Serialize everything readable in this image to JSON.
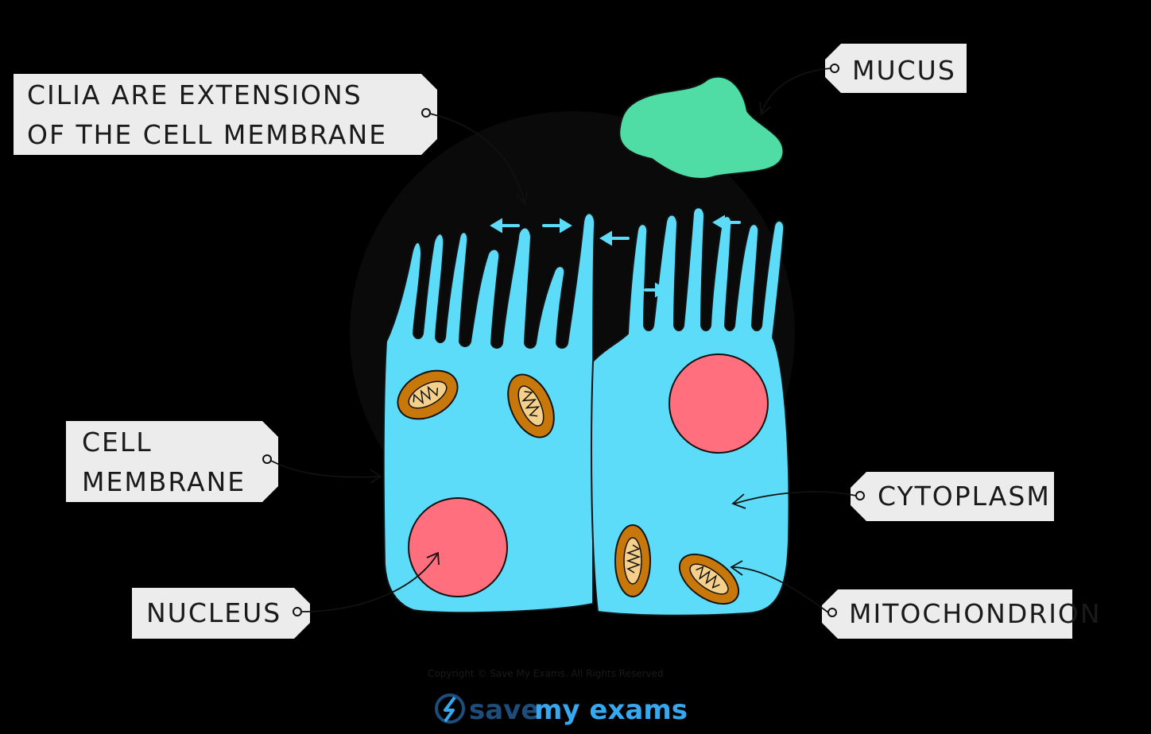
{
  "labels": {
    "cilia_line1": "CILIA  ARE  EXTENSIONS",
    "cilia_line2": "OF  THE  CELL  MEMBRANE",
    "mucus": "MUCUS",
    "cell_membrane_line1": "CELL",
    "cell_membrane_line2": "MEMBRANE",
    "cytoplasm": "CYTOPLASM",
    "nucleus": "NUCLEUS",
    "mitochondrion": "MITOCHONDRION"
  },
  "footer": {
    "copyright": "Copyright © Save My Exams. All Rights Reserved",
    "logo_part1": "save",
    "logo_part2": "my exams"
  },
  "colors": {
    "background": "#000000",
    "cell": "#5ddcfa",
    "nucleus": "#ff6f7d",
    "mitochondrion": "#c8780a",
    "mitochondrion_inner": "#f4d08a",
    "mucus": "#4fdca5",
    "label_bg": "#ececec",
    "arrow": "#5ddcfa"
  }
}
